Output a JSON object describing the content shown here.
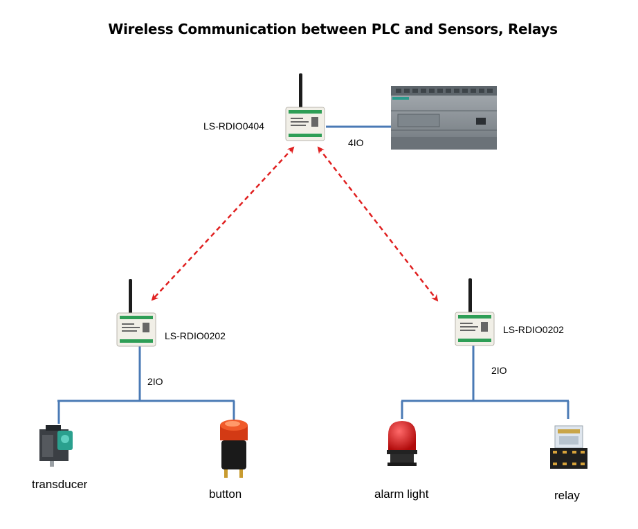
{
  "title": "Wireless Communication between PLC and Sensors, Relays",
  "devices": {
    "master": {
      "model": "LS-RDIO0404",
      "link_label": "4IO"
    },
    "left": {
      "model": "LS-RDIO0202",
      "link_label": "2IO"
    },
    "right": {
      "model": "LS-RDIO0202",
      "link_label": "2IO"
    }
  },
  "endpoints": {
    "transducer": "transducer",
    "button": "button",
    "alarm_light": "alarm light",
    "relay": "relay"
  },
  "colors": {
    "wire": "#4a7ab5",
    "wireless_link": "#e02020",
    "alarm_red": "#d81616",
    "plc_body": "#8d949a"
  }
}
